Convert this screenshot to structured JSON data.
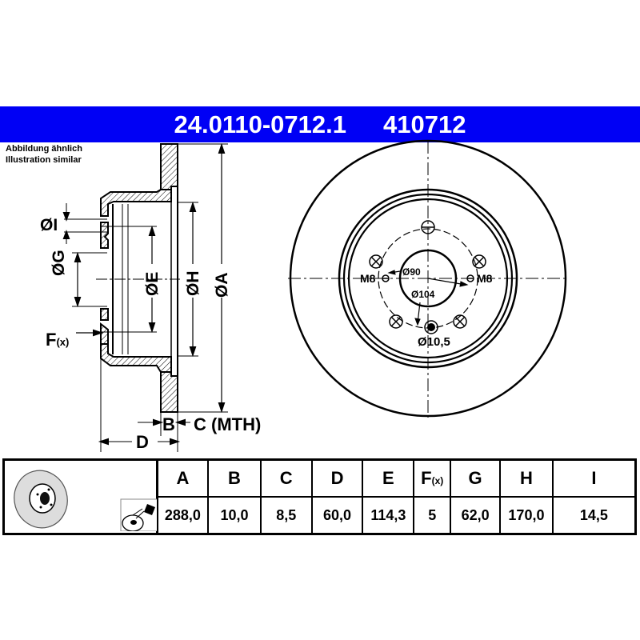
{
  "header": {
    "part_number": "24.0110-0712.1",
    "ref_number": "410712",
    "background_color": "#0000f5",
    "text_color": "#ffffff"
  },
  "note": {
    "line1": "Abbildung ähnlich",
    "line2": "Illustration similar"
  },
  "section_view": {
    "labels": {
      "I": "ØI",
      "G": "ØG",
      "E": "ØE",
      "H": "ØH",
      "A": "ØA",
      "F": "F",
      "F_sub": "(x)",
      "B": "B",
      "C": "C (MTH)",
      "D": "D"
    }
  },
  "front_view": {
    "labels": {
      "m8_left": "M8",
      "m8_right": "M8",
      "d90": "Ø90",
      "d104": "Ø104",
      "d10_5": "Ø10,5"
    }
  },
  "table": {
    "columns": [
      {
        "key": "A",
        "label": "A",
        "value": "288,0"
      },
      {
        "key": "B",
        "label": "B",
        "value": "10,0"
      },
      {
        "key": "C",
        "label": "C",
        "value": "8,5"
      },
      {
        "key": "D",
        "label": "D",
        "value": "60,0"
      },
      {
        "key": "E",
        "label": "E",
        "value": "114,3"
      },
      {
        "key": "F",
        "label": "F",
        "label_sub": "(x)",
        "value": "5"
      },
      {
        "key": "G",
        "label": "G",
        "value": "62,0"
      },
      {
        "key": "H",
        "label": "H",
        "value": "170,0"
      },
      {
        "key": "I",
        "label": "I",
        "value": "14,5"
      }
    ],
    "icons": [
      "brake-disc-thumbnail-icon",
      "coating-spray-icon"
    ]
  }
}
